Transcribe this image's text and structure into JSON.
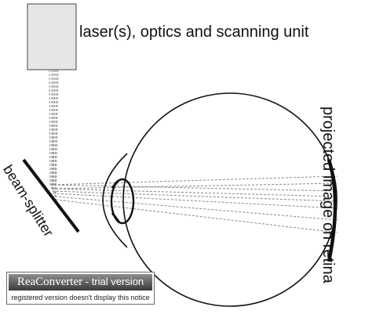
{
  "labels": {
    "laser_unit": "laser(s), optics and scanning unit",
    "retina_image": "projected image on retina",
    "beam_splitter": "beam-splitter"
  },
  "watermark": {
    "brand": "ReaConverter",
    "suffix": " - trial version",
    "notice": "registered version doesn't display this notice"
  },
  "colors": {
    "line": "#111111",
    "ray": "#888888",
    "box_fill": "#e6e6e6"
  }
}
